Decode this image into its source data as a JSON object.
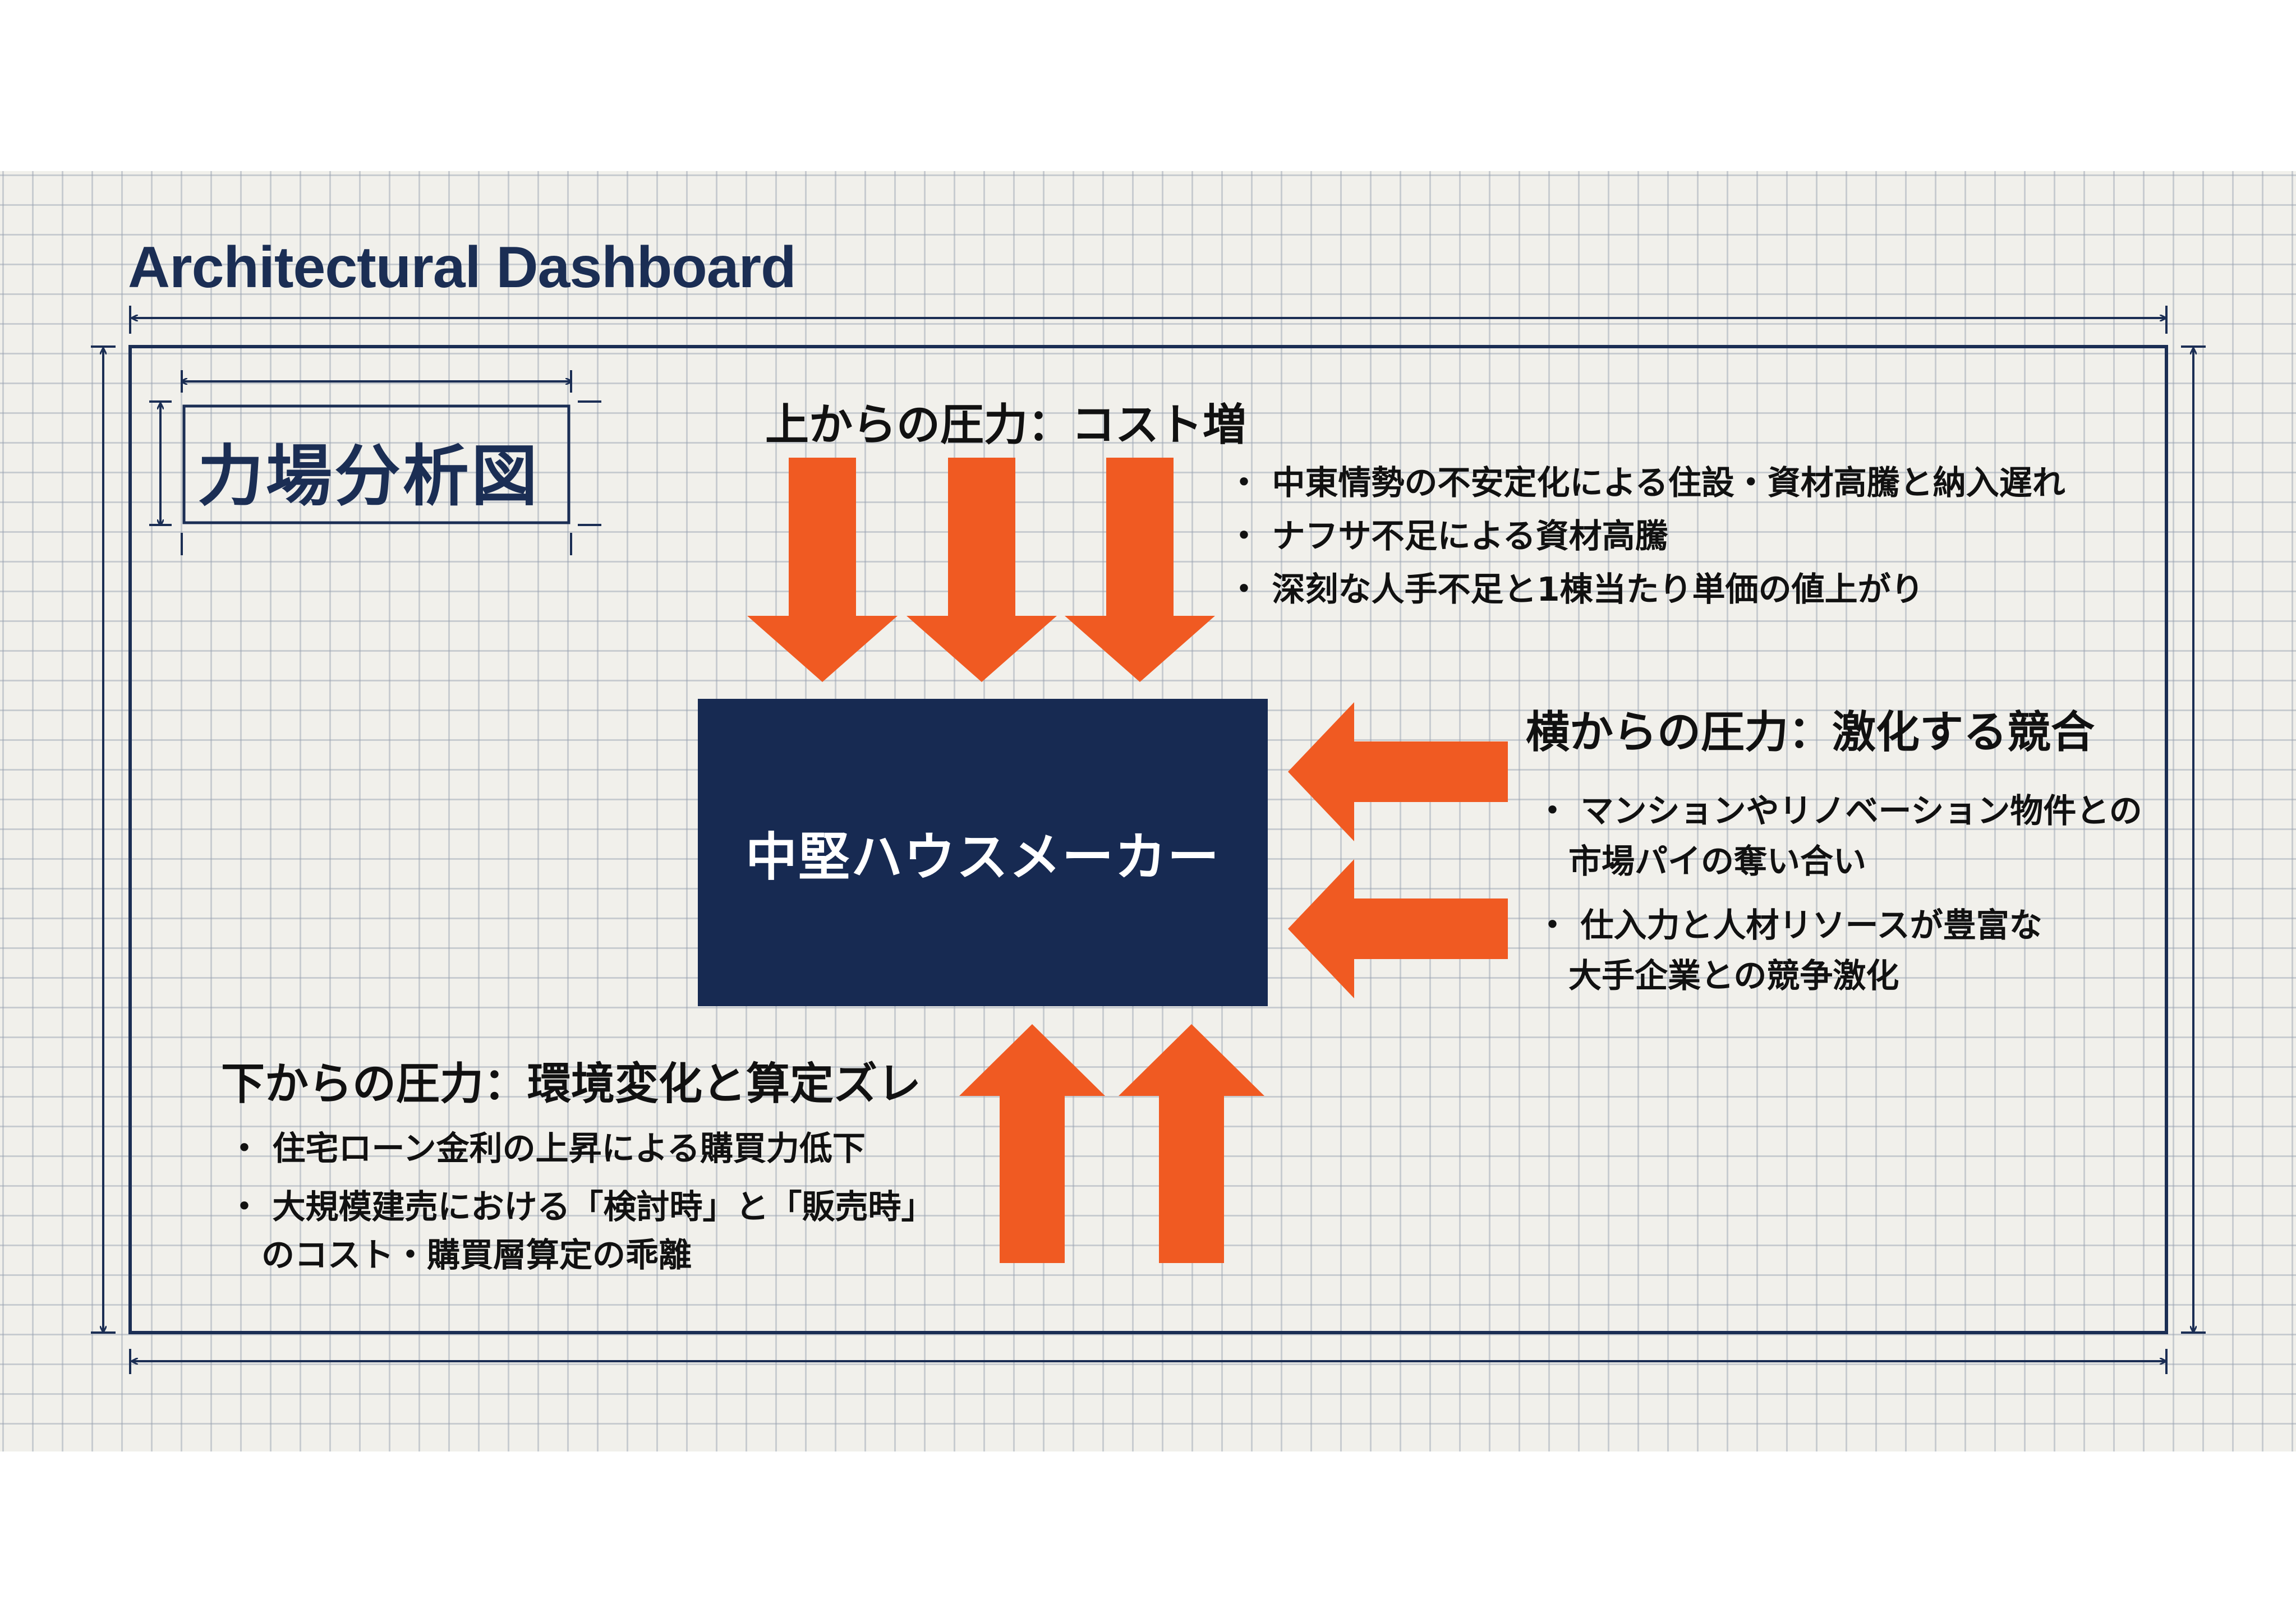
{
  "dashboard_title": "Architectural Dashboard",
  "diagram_label": "力場分析図",
  "center": {
    "label": "中堅ハウスメーカー"
  },
  "colors": {
    "navy": "#172a52",
    "arrow": "#f05a22",
    "grid_bg": "#f1f0eb"
  },
  "top": {
    "heading": "上からの圧力：コスト増",
    "bullets": [
      "・ 中東情勢の不安定化による住設・資材高騰と納入遅れ",
      "・ ナフサ不足による資材高騰",
      "・ 深刻な人手不足と1棟当たり単価の値上がり"
    ]
  },
  "side": {
    "heading": "横からの圧力：激化する競合",
    "bullets": [
      {
        "line1": "・ マンションやリノベーション物件との",
        "line2": "市場パイの奪い合い"
      },
      {
        "line1": "・ 仕入力と人材リソースが豊富な",
        "line2": "大手企業との競争激化"
      }
    ]
  },
  "bottom": {
    "heading": "下からの圧力：環境変化と算定ズレ",
    "bullets": [
      {
        "line1": "・ 住宅ローン金利の上昇による購買力低下"
      },
      {
        "line1": "・ 大規模建売における「検討時」と「販売時」",
        "line2": "のコスト・購買層算定の乖離"
      }
    ]
  }
}
